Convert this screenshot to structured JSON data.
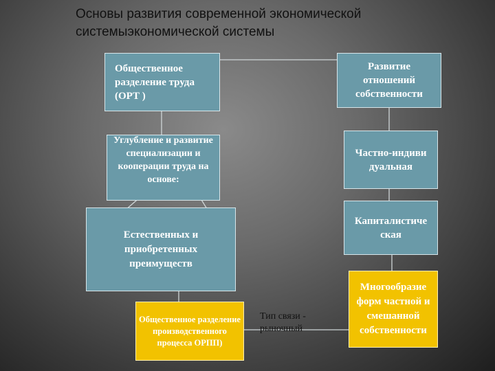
{
  "title": "Основы развития  современной экономической системыэкономической системы",
  "boxes": {
    "ort": "Общественное разделение труда (ОРТ )",
    "deepening": "Углубление и развитие специализации и кооперации труда на основе:",
    "advantages": "Естественных  и приобретенных преимуществ",
    "orpp": "Общественное разделение производственного процесса ОРПП)",
    "ownership_dev": "Развитие отношений собственности",
    "private": "Частно-индивидуальная",
    "capitalist": "Капиталистическая",
    "diversity": "Многообразие форм частной и смешанной собственности"
  },
  "connection_note": "Тип связи - рыночный",
  "colors": {
    "teal": "#6a9aa8",
    "yellow": "#f2c200"
  }
}
